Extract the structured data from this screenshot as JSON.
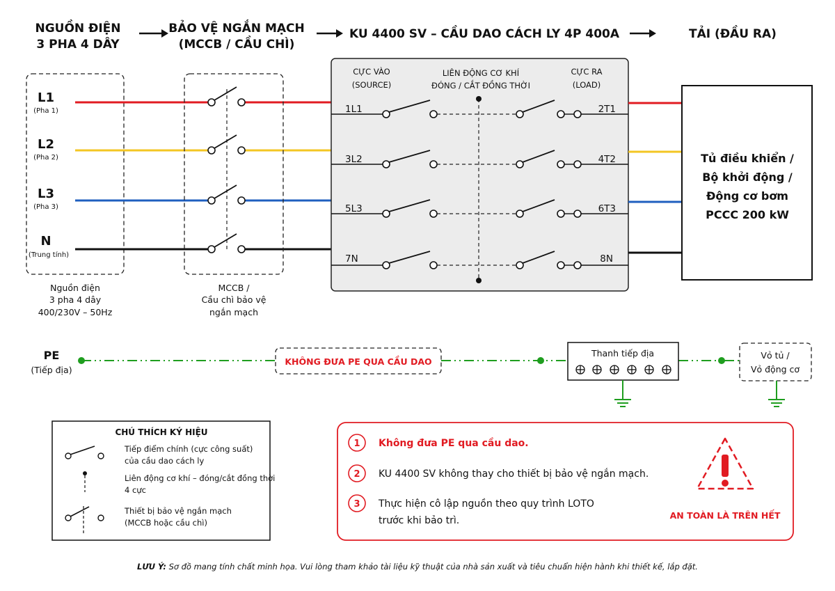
{
  "colors": {
    "l1": "#e11b22",
    "l2": "#f3c623",
    "l3": "#1f5fbf",
    "n": "#111111",
    "pe": "#1f9e1f",
    "warn": "#e11b22",
    "switch_bg": "#ececec"
  },
  "header": {
    "source_line1": "NGUỒN ĐIỆN",
    "source_line2": "3 PHA 4 DÂY",
    "protect_line1": "BẢO VỆ NGẮN MẠCH",
    "protect_line2": "(MCCB / CẦU CHÌ)",
    "switch_title": "KU 4400 SV – CẦU DAO CÁCH LY 4P 400A",
    "load_title": "TẢI (ĐẦU RA)",
    "arrow_icon": "arrow-right-icon"
  },
  "source": {
    "lines": [
      {
        "label": "L1",
        "sub": "(Pha 1)"
      },
      {
        "label": "L2",
        "sub": "(Pha 2)"
      },
      {
        "label": "L3",
        "sub": "(Pha 3)"
      },
      {
        "label": "N",
        "sub": "(Trung tính)"
      }
    ],
    "caption_line1": "Nguồn điện",
    "caption_line2": "3 pha 4 dây",
    "caption_line3": "400/230V – 50Hz"
  },
  "mccb": {
    "caption_line1": "MCCB /",
    "caption_line2": "Cầu chì bảo vệ",
    "caption_line3": "ngắn mạch"
  },
  "switch": {
    "in_header_line1": "CỰC VÀO",
    "in_header_line2": "(SOURCE)",
    "mech_header_line1": "LIÊN ĐỘNG CƠ KHÍ",
    "mech_header_line2": "ĐÓNG / CẮT ĐỒNG THỜI",
    "out_header_line1": "CỰC RA",
    "out_header_line2": "(LOAD)",
    "inputs": [
      "1L1",
      "3L2",
      "5L3",
      "7N"
    ],
    "outputs": [
      "2T1",
      "4T2",
      "6T3",
      "8N"
    ]
  },
  "load": {
    "line1": "Tủ điều khiển /",
    "line2": "Bộ khởi động /",
    "line3": "Động cơ bơm",
    "line4": "PCCC 200 kW"
  },
  "pe": {
    "label": "PE",
    "sub": "(Tiếp địa)",
    "warning": "KHÔNG ĐƯA PE QUA CẦU DAO",
    "bar_label": "Thanh tiếp địa",
    "enclosure_line1": "Vỏ tủ /",
    "enclosure_line2": "Vỏ động cơ",
    "terminal_icon": "terminal-screw-icon",
    "ground_icon": "ground-icon"
  },
  "legend": {
    "title": "CHÚ THÍCH KÝ HIỆU",
    "item1_line1": "Tiếp điểm chính (cực công suất)",
    "item1_line2": "của cầu dao cách ly",
    "item2_line1": "Liên động cơ khí – đóng/cắt đồng thời",
    "item2_line2": "4 cực",
    "item3_line1": "Thiết bị bảo vệ ngắn mạch",
    "item3_line2": "(MCCB hoặc cầu chì)"
  },
  "notes": {
    "n1": "1",
    "n2": "2",
    "n3": "3",
    "note1": "Không đưa PE qua cầu dao.",
    "note2": "KU 4400 SV không thay cho thiết bị bảo vệ ngắn mạch.",
    "note3_line1": "Thực hiện cô lập nguồn theo quy trình LOTO",
    "note3_line2": "trước khi bảo trì.",
    "safety": "AN TOÀN LÀ TRÊN HẾT",
    "warning_icon": "warning-triangle-icon"
  },
  "footer": {
    "prefix": "LƯU Ý:",
    "text": " Sơ đồ mang tính chất minh họa. Vui lòng tham khảo tài liệu kỹ thuật của nhà sản xuất và tiêu chuẩn hiện hành khi thiết kế, lắp đặt."
  }
}
